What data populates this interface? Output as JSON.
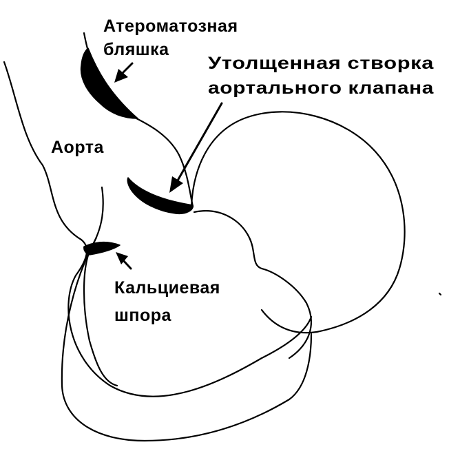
{
  "labels": {
    "plaque_line1": "Атероматозная",
    "plaque_line2": "бляшка",
    "leaflet_line1": "Утолщенная  створка",
    "leaflet_line2": "аортального  клапана",
    "aorta": "Аорта",
    "spur_line1": "Кальциевая",
    "spur_line2": "шпора"
  },
  "colors": {
    "ink": "#000000",
    "background": "#ffffff"
  }
}
